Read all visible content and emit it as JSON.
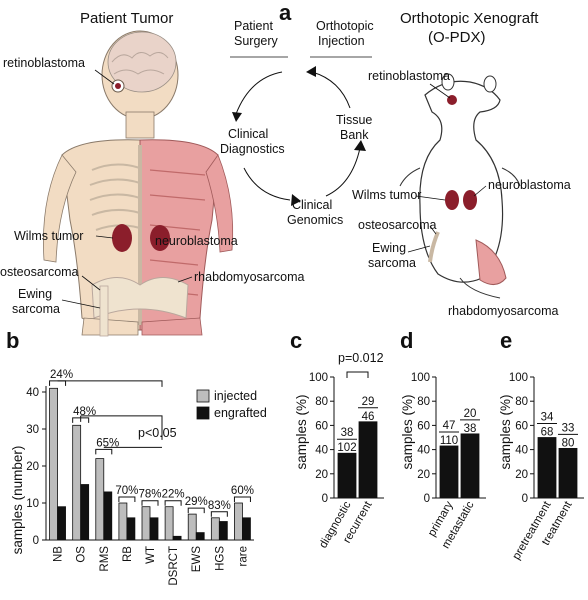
{
  "panels": {
    "a": "a",
    "b": "b",
    "c": "c",
    "d": "d",
    "e": "e"
  },
  "panel_a": {
    "left_title": "Patient Tumor",
    "right_title_1": "Orthotopic Xenograft",
    "right_title_2": "(O-PDX)",
    "cycle": {
      "patient_surgery_1": "Patient",
      "patient_surgery_2": "Surgery",
      "orthotopic_injection_1": "Orthotopic",
      "orthotopic_injection_2": "Injection",
      "tissue_bank_1": "Tissue",
      "tissue_bank_2": "Bank",
      "clinical_diagnostics_1": "Clinical",
      "clinical_diagnostics_2": "Diagnostics",
      "clinical_genomics_1": "Clinical",
      "clinical_genomics_2": "Genomics"
    },
    "human_labels": {
      "retinoblastoma": "retinoblastoma",
      "wilms": "Wilms tumor",
      "neuroblastoma": "neuroblastoma",
      "osteosarcoma": "osteosarcoma",
      "ewing_1": "Ewing",
      "ewing_2": "sarcoma",
      "rhabdomyosarcoma": "rhabdomyosarcoma"
    },
    "mouse_labels": {
      "retinoblastoma": "retinoblastoma",
      "wilms": "Wilms tumor",
      "neuroblastoma": "neuroblastoma",
      "osteosarcoma": "osteosarcoma",
      "ewing_1": "Ewing",
      "ewing_2": "sarcoma",
      "rhabdomyosarcoma": "rhabdomyosarcoma"
    }
  },
  "colors": {
    "injected": "#bdbdbd",
    "engrafted": "#111111",
    "tumor": "#8b1e2b",
    "muscle": "#e8a0a0",
    "skin": "#f2dcc3"
  },
  "chart_data": [
    {
      "panel": "b",
      "type": "bar",
      "ylabel": "samples (number)",
      "ylim": [
        0,
        40
      ],
      "yticks": [
        0,
        10,
        20,
        30,
        40
      ],
      "categories": [
        "NB",
        "OS",
        "RMS",
        "RB",
        "WT",
        "DSRCT",
        "EWS",
        "HGS",
        "rare"
      ],
      "series": [
        {
          "name": "injected",
          "values": [
            41,
            31,
            22,
            10,
            9,
            9,
            7,
            6,
            10
          ]
        },
        {
          "name": "engrafted",
          "values": [
            9,
            15,
            13,
            6,
            6,
            1,
            2,
            5,
            6
          ]
        }
      ],
      "percent_labels": [
        "24%",
        "48%",
        "65%",
        "70%",
        "78%",
        "22%",
        "29%",
        "83%",
        "60%"
      ],
      "annotation": "p<0.05",
      "legend": "top-right"
    },
    {
      "panel": "c",
      "type": "bar",
      "ylabel": "samples (%)",
      "ylim": [
        0,
        100
      ],
      "yticks": [
        0,
        20,
        40,
        60,
        80,
        100
      ],
      "categories": [
        "diagnostic",
        "recurrent"
      ],
      "values": [
        37,
        63
      ],
      "fractions": [
        {
          "num": "38",
          "den": "102"
        },
        {
          "num": "29",
          "den": "46"
        }
      ],
      "annotation": "p=0.012"
    },
    {
      "panel": "d",
      "type": "bar",
      "ylabel": "samples (%)",
      "ylim": [
        0,
        100
      ],
      "yticks": [
        0,
        20,
        40,
        60,
        80,
        100
      ],
      "categories": [
        "primary",
        "metastatic"
      ],
      "values": [
        43,
        53
      ],
      "fractions": [
        {
          "num": "47",
          "den": "110"
        },
        {
          "num": "20",
          "den": "38"
        }
      ]
    },
    {
      "panel": "e",
      "type": "bar",
      "ylabel": "samples (%)",
      "ylim": [
        0,
        100
      ],
      "yticks": [
        0,
        20,
        40,
        60,
        80,
        100
      ],
      "categories": [
        "pretreatment",
        "treatment"
      ],
      "values": [
        50,
        41
      ],
      "fractions": [
        {
          "num": "34",
          "den": "68"
        },
        {
          "num": "33",
          "den": "80"
        }
      ]
    }
  ]
}
